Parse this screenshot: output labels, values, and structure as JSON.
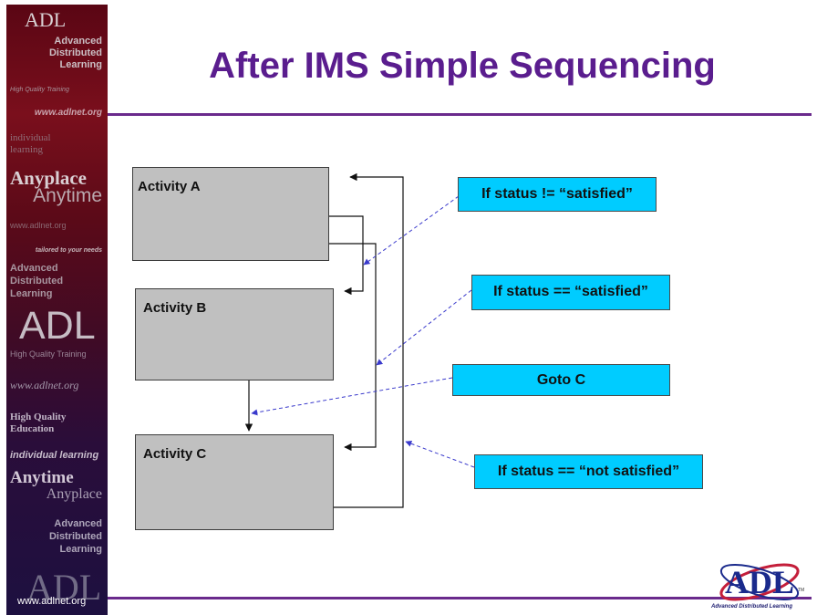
{
  "slide": {
    "title": "After IMS Simple Sequencing"
  },
  "sidebar": {
    "adl_top": "ADL",
    "adl_block_1": "Advanced\nDistributed\nLearning",
    "high_quality_small": "High Quality Training",
    "url_1": "www.adlnet.org",
    "individual_learning_1": "individual\nlearning",
    "anyplace_1": "Anyplace",
    "anytime_1": "Anytime",
    "url_2": "www.adlnet.org",
    "tailored": "tailored to your needs",
    "adl_block_2": "Advanced\nDistributed\nLearning",
    "adl_mid": "ADL",
    "high_quality_training": "High Quality Training",
    "url_3": "www.adlnet.org",
    "high_quality_education": "High Quality\nEducation",
    "individual_learning_2": "individual learning",
    "anytime_2": "Anytime",
    "anyplace_2": "Anyplace",
    "adl_block_3": "Advanced\nDistributed\nLearning",
    "adl_bottom": "ADL",
    "footer_url": "www.adlnet.org"
  },
  "diagram": {
    "activities": [
      {
        "label": "Activity A"
      },
      {
        "label": "Activity B"
      },
      {
        "label": "Activity C"
      }
    ],
    "conditions": [
      {
        "label": "If status != “satisfied”"
      },
      {
        "label": "If status == “satisfied”"
      },
      {
        "label": "Goto C"
      },
      {
        "label": "If status == “not satisfied”"
      }
    ],
    "colors": {
      "activity_fill": "#c0c0c0",
      "condition_fill": "#00ccff",
      "callout_line": "#3a3acc",
      "title": "#5a1d8e",
      "rule": "#6a2a8c"
    }
  },
  "logo": {
    "letters": "ADL",
    "caption": "Advanced Distributed Learning",
    "tm": "TM"
  }
}
